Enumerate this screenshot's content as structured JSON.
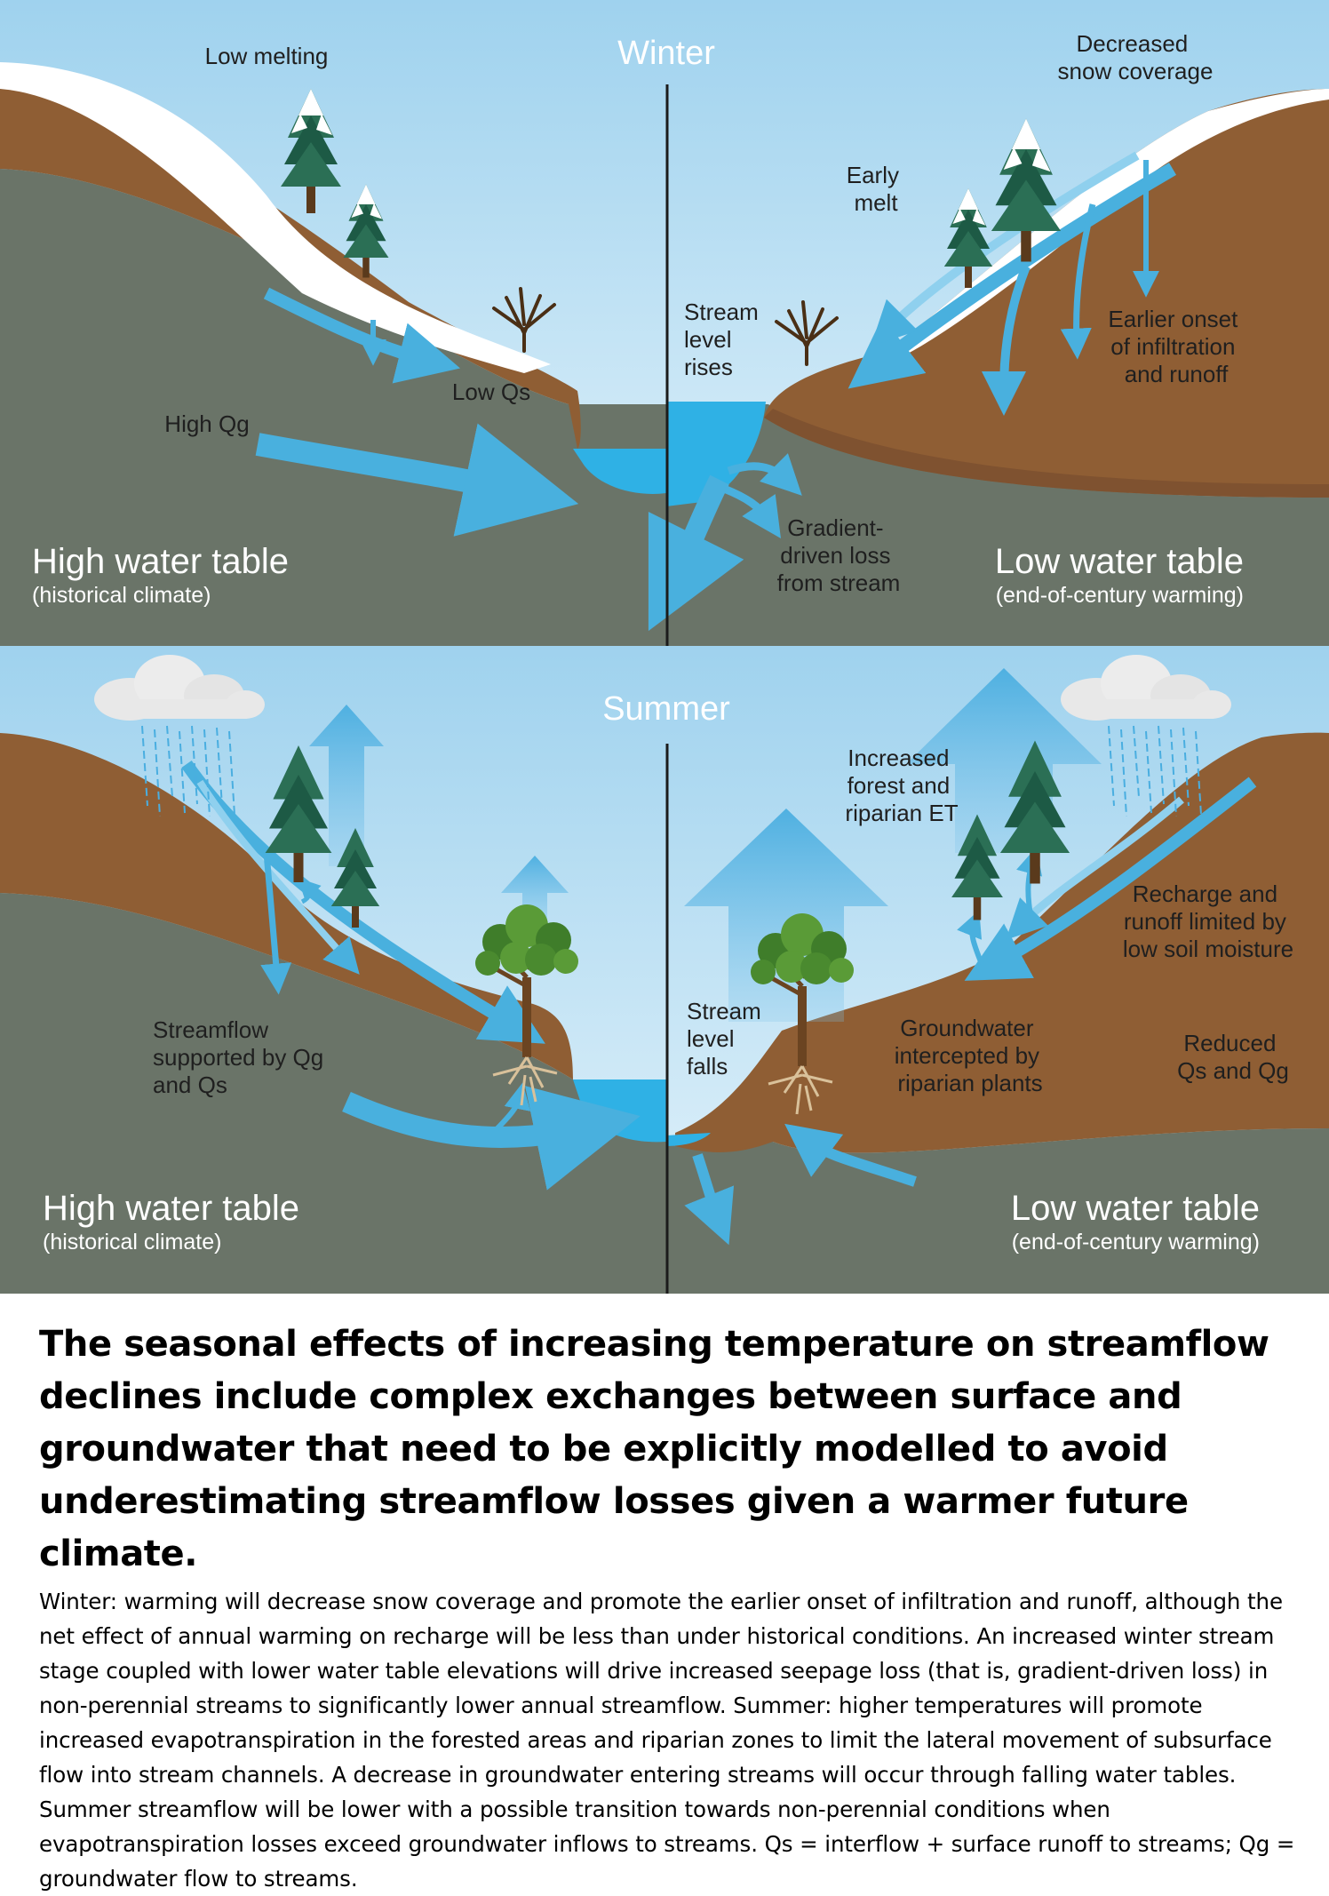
{
  "diagram": {
    "winter": {
      "season_label": "Winter",
      "left": {
        "low_melting": "Low melting",
        "low_qs": "Low Qs",
        "high_qg": "High Qg",
        "water_table_title": "High water table",
        "water_table_sub": "(historical climate)"
      },
      "right": {
        "decreased_snow": [
          "Decreased",
          "snow coverage"
        ],
        "early_melt": [
          "Early",
          "melt"
        ],
        "stream_level": [
          "Stream",
          "level",
          "rises"
        ],
        "earlier_onset": [
          "Earlier onset",
          "of infiltration",
          "and runoff"
        ],
        "gradient_loss": [
          "Gradient-",
          "driven loss",
          "from stream"
        ],
        "water_table_title": "Low water table",
        "water_table_sub": "(end-of-century warming)"
      }
    },
    "summer": {
      "season_label": "Summer",
      "left": {
        "streamflow": [
          "Streamflow",
          "supported by Qg",
          "and Qs"
        ],
        "water_table_title": "High water table",
        "water_table_sub": "(historical climate)"
      },
      "right": {
        "increased_et": [
          "Increased",
          "forest and",
          "riparian ET"
        ],
        "recharge": [
          "Recharge and",
          "runoff limited by",
          "low soil moisture"
        ],
        "stream_level": [
          "Stream",
          "level",
          "falls"
        ],
        "groundwater": [
          "Groundwater",
          "intercepted by",
          "riparian plants"
        ],
        "reduced": [
          "Reduced",
          "Qs and Qg"
        ],
        "water_table_title": "Low water table",
        "water_table_sub": "(end-of-century warming)"
      }
    },
    "colors": {
      "sky_top": "#9fd2ee",
      "sky_bottom": "#e6f4fb",
      "soil": "#8f5e34",
      "soil_light": "#a87444",
      "bedrock": "#6a7468",
      "water": "#2fb1e5",
      "arrow": "#49b0de",
      "tree_dark": "#1d5a45",
      "tree_light": "#2b6f55",
      "snow": "#ffffff",
      "divider": "#1b1b1b"
    },
    "icons": [
      "pine-tree-icon",
      "snow-cap-icon",
      "bare-shrub-icon",
      "leafy-tree-icon",
      "rain-cloud-icon",
      "flow-arrow-icon",
      "evapotranspiration-arrow-icon"
    ]
  },
  "caption": {
    "title": "The seasonal effects of increasing temperature on streamflow declines include complex exchanges between surface and groundwater that need to be explicitly modelled to avoid underestimating streamflow losses given a warmer future climate.",
    "body": "Winter: warming will decrease snow coverage and promote the earlier onset of infiltration and runoff, although the net effect of annual warming on recharge will be less than under historical conditions. An increased winter stream stage coupled with lower water table elevations will drive increased seepage loss (that is, gradient-driven loss) in non-perennial streams to significantly lower annual streamflow. Summer: higher temperatures will promote increased evapotranspiration in the forested areas and riparian zones to limit the lateral movement of subsurface flow into stream channels. A decrease in groundwater entering streams will occur through falling water tables. Summer streamflow will be lower with a possible transition towards non-perennial conditions when evapotranspiration losses exceed groundwater inflows to streams. Qs = interflow + surface runoff to streams; Qg = groundwater flow to streams."
  }
}
